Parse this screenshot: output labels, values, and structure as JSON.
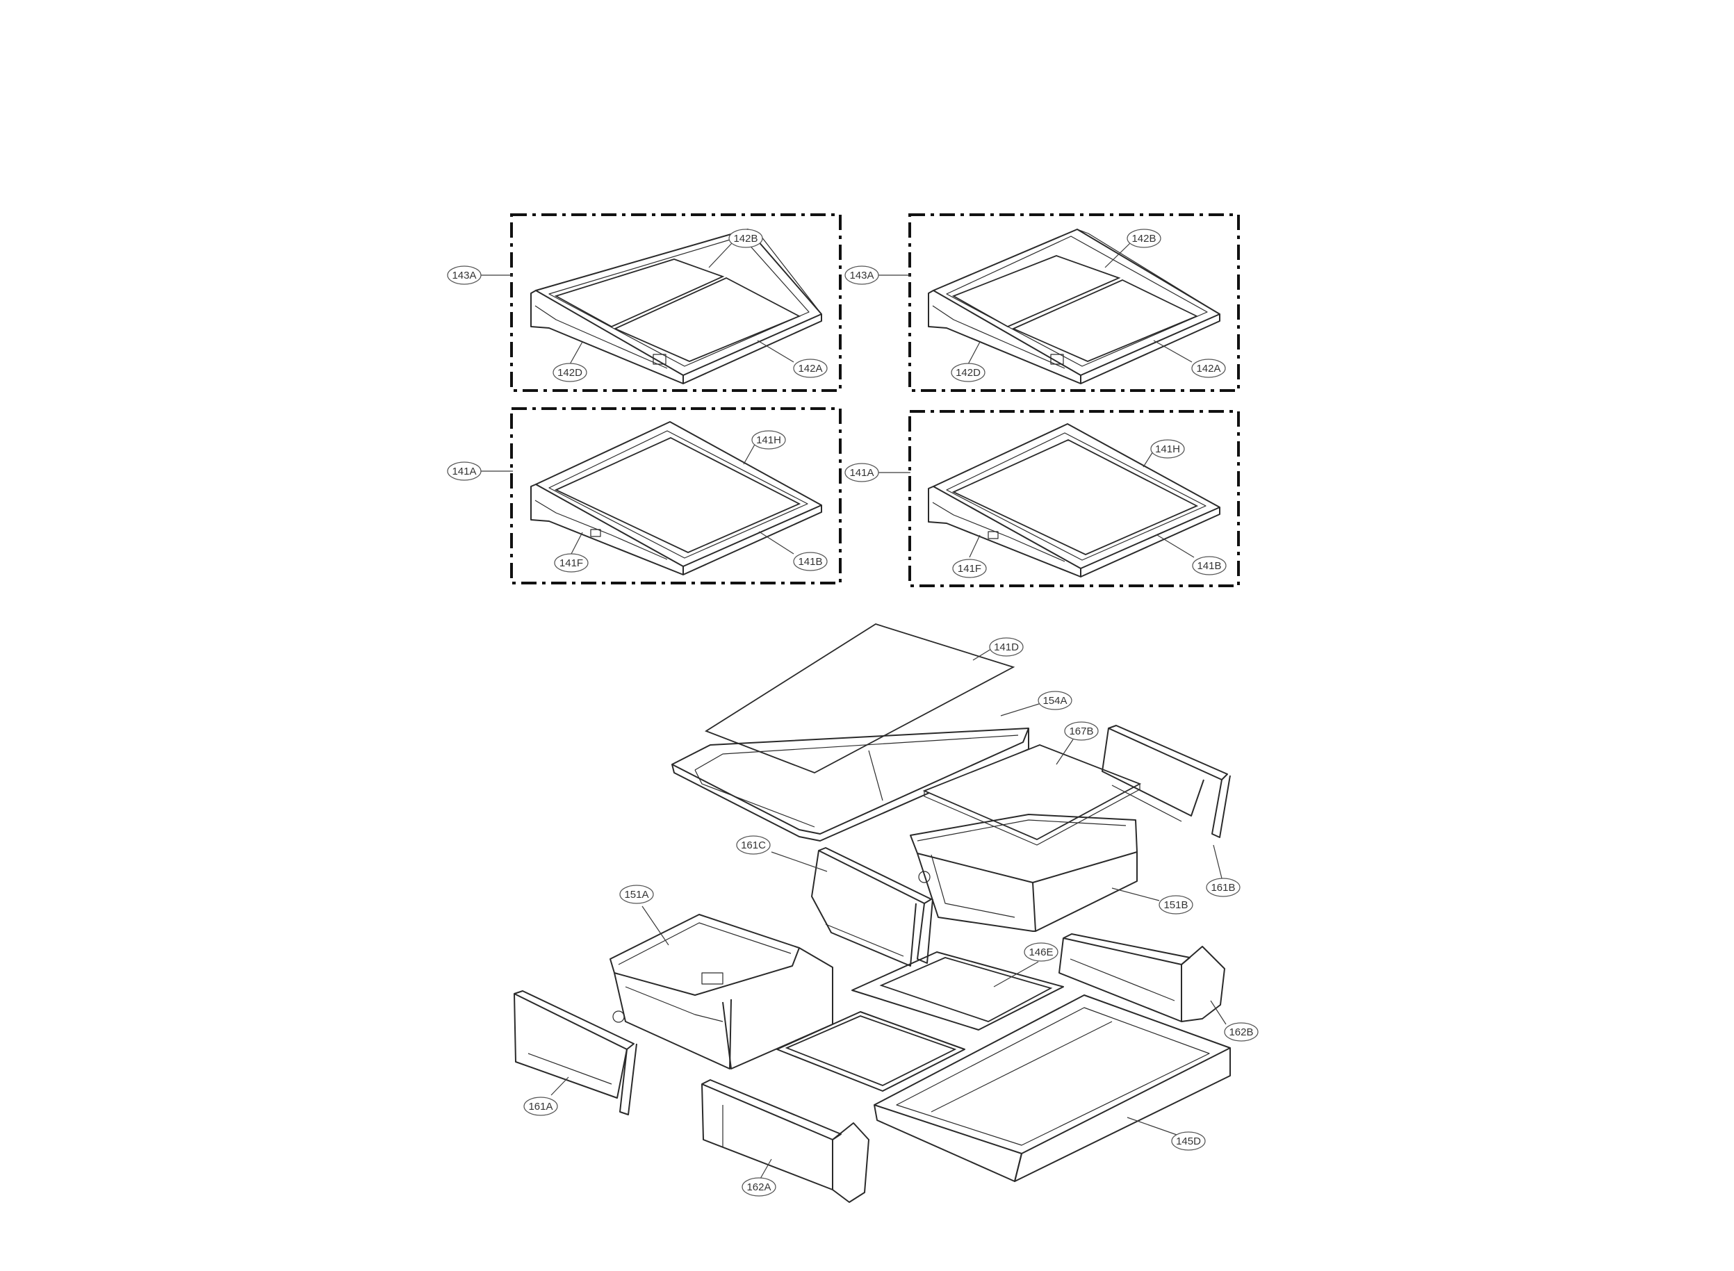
{
  "diagram": {
    "labels": {
      "l143a_1": "143A",
      "l142b_1": "142B",
      "l142d_1": "142D",
      "l142a_1": "142A",
      "l143a_2": "143A",
      "l142b_2": "142B",
      "l142d_2": "142D",
      "l142a_2": "142A",
      "l141a_1": "141A",
      "l141h_1": "141H",
      "l141f_1": "141F",
      "l141b_1": "141B",
      "l141a_2": "141A",
      "l141h_2": "141H",
      "l141f_2": "141F",
      "l141b_2": "141B",
      "l141d": "141D",
      "l154a": "154A",
      "l167b": "167B",
      "l161b": "161B",
      "l161c": "161C",
      "l151a": "151A",
      "l151b": "151B",
      "l146e": "146E",
      "l162b": "162B",
      "l161a": "161A",
      "l162a": "162A",
      "l145d": "145D"
    }
  }
}
